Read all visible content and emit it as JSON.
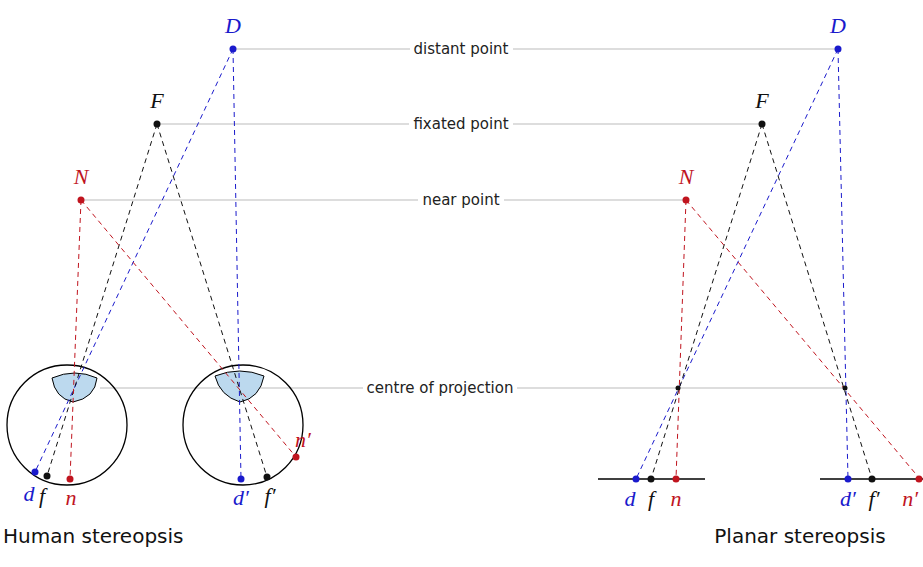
{
  "diagram": {
    "labels": [
      "D",
      "distant point",
      "D",
      "F",
      "fixated point",
      "F",
      "N",
      "near point",
      "N",
      "centre of projection",
      "d",
      "f",
      "n",
      "d′",
      "f′",
      "n′",
      "d",
      "f",
      "n",
      "d′",
      "f′",
      "n′",
      "Human stereopsis",
      "Planar stereopsis"
    ]
  }
}
